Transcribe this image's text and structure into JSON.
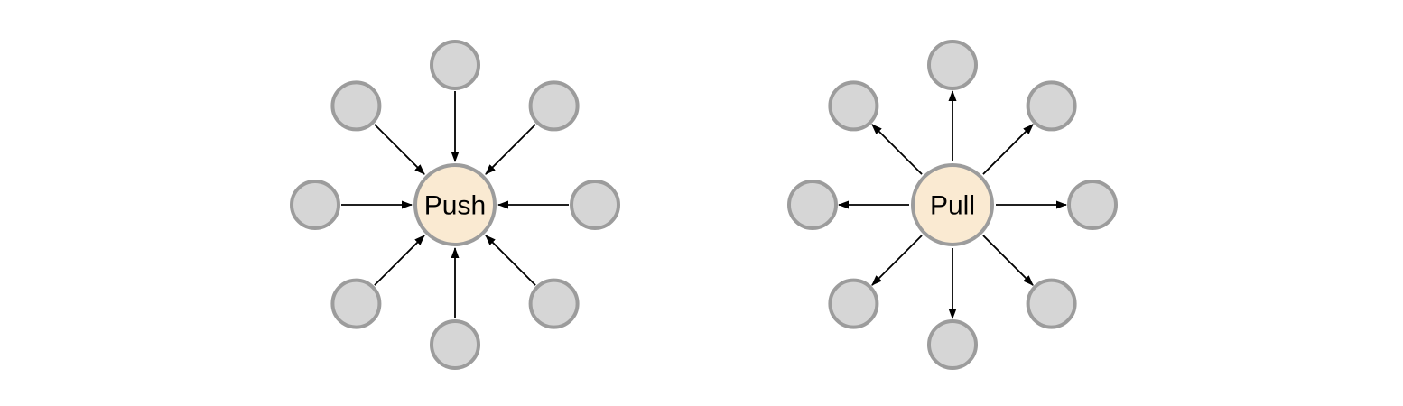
{
  "diagrams": [
    {
      "id": "push",
      "label": "Push",
      "arrow_direction": "inward",
      "satellite_count": 8
    },
    {
      "id": "pull",
      "label": "Pull",
      "arrow_direction": "outward",
      "satellite_count": 8
    }
  ],
  "colors": {
    "background": "#ffffff",
    "hub_fill": "#FAEAD2",
    "hub_stroke": "#9C9C9C",
    "satellite_fill": "#D6D6D6",
    "satellite_stroke": "#9C9C9C",
    "arrow": "#000000",
    "label": "#000000"
  }
}
